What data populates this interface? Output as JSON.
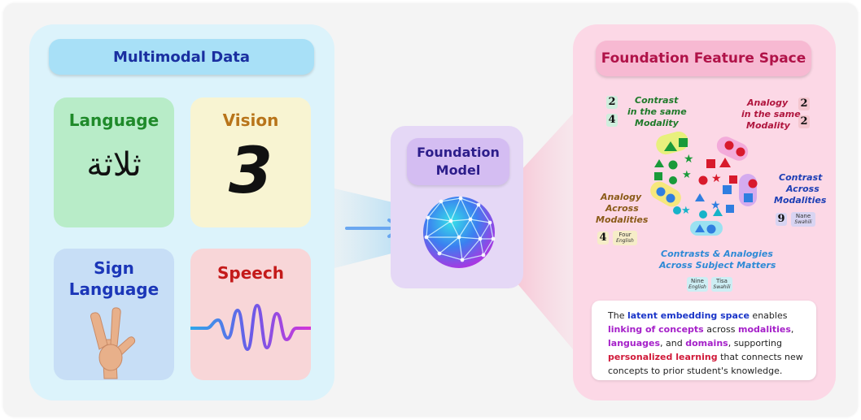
{
  "left_panel": {
    "title": "Multimodal Data",
    "tiles": {
      "language": {
        "label": "Language",
        "sample": "ثلاثة"
      },
      "vision": {
        "label": "Vision",
        "sample": "3"
      },
      "sign": {
        "label_line1": "Sign",
        "label_line2": "Language"
      },
      "speech": {
        "label": "Speech"
      }
    }
  },
  "middle_panel": {
    "title_line1": "Foundation",
    "title_line2": "Model"
  },
  "right_panel": {
    "title": "Foundation Feature Space",
    "contrast_same": {
      "line1": "Contrast",
      "line2": "in the same",
      "line3": "Modality",
      "digits": [
        "2",
        "4"
      ]
    },
    "analogy_same": {
      "line1": "Analogy",
      "line2": "in the same",
      "line3": "Modality",
      "digits": [
        "2",
        "2"
      ]
    },
    "contrast_across": {
      "line1": "Contrast",
      "line2": "Across",
      "line3": "Modalities",
      "digit": "9",
      "word": "Nane",
      "lang": "Swahili"
    },
    "analogy_across": {
      "line1": "Analogy",
      "line2": "Across",
      "line3": "Modalities",
      "digit": "4",
      "word": "Four",
      "lang": "English"
    },
    "subject_matters": {
      "line1": "Contrasts & Analogies",
      "line2": "Across Subject Matters",
      "word1": "Nine",
      "lang1": "English",
      "word2": "Tisa",
      "lang2": "Swahili"
    },
    "card": {
      "p1": "The ",
      "h1": "latent embedding space",
      "p2": " enables ",
      "h2": "linking of concepts",
      "p3": " across ",
      "h3": "modalities",
      "p4": ", ",
      "h4": "languages",
      "p5": ", and ",
      "h5": "domains",
      "p6": ", supporting ",
      "h6": "personalized learning",
      "p7": " that connects new concepts to prior student's knowledge."
    }
  },
  "colors": {
    "left_bg": "#dcf3fb",
    "mid_bg": "#e5d8f6",
    "right_bg": "#fcd8e6",
    "green": "#1a9a3a",
    "red": "#d81a2c",
    "blue": "#2f7ee0",
    "teal": "#17b3c9"
  }
}
